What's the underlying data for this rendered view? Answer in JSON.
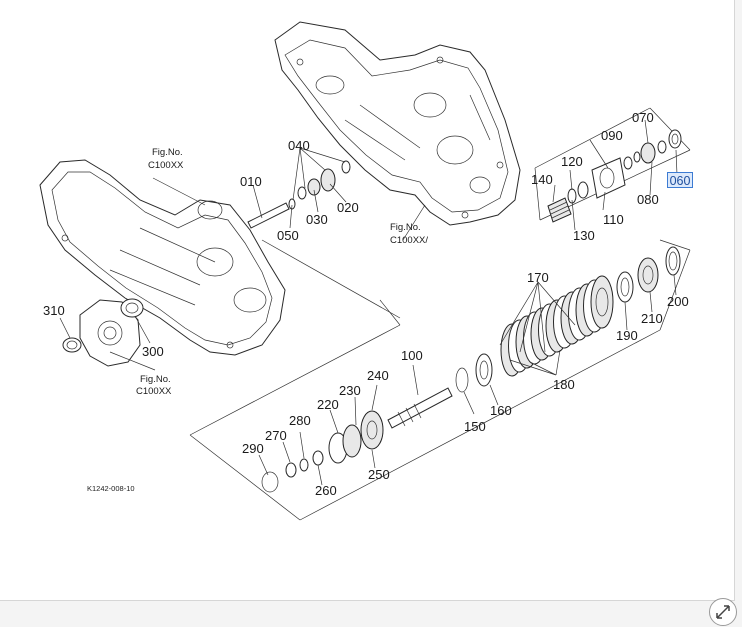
{
  "diagram": {
    "code": "K1242-008-10",
    "fig_ref": {
      "line1": "Fig.No.",
      "line2": "C100XX"
    },
    "fig_ref_slash": "C100XX/",
    "selected_label": "060",
    "labels": {
      "010": "010",
      "020": "020",
      "030": "030",
      "040": "040",
      "050": "050",
      "070": "070",
      "080": "080",
      "090": "090",
      "100": "100",
      "110": "110",
      "120": "120",
      "130": "130",
      "140": "140",
      "150": "150",
      "160": "160",
      "170": "170",
      "180": "180",
      "190": "190",
      "200": "200",
      "210": "210",
      "220": "220",
      "230": "230",
      "240": "240",
      "250": "250",
      "260": "260",
      "270": "270",
      "280": "280",
      "290": "290",
      "300": "300",
      "310": "310"
    }
  },
  "controls": {
    "expand_icon": "expand-diagonal-icon"
  }
}
